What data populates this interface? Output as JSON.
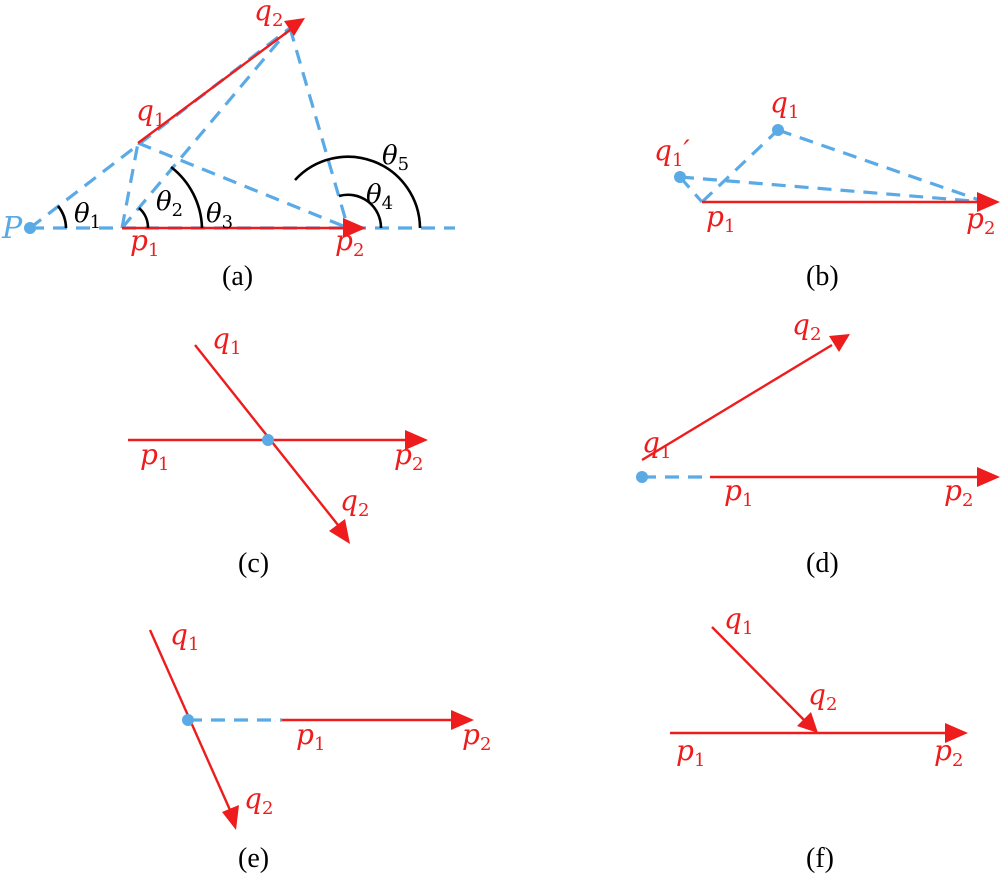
{
  "colors": {
    "segment": "#ee1c1c",
    "auxiliary": "#5aaae6",
    "angle": "#000000"
  },
  "panels": {
    "a": {
      "caption": "(a)",
      "point_P": "P",
      "p1": {
        "base": "p",
        "sub": "1"
      },
      "p2": {
        "base": "p",
        "sub": "2"
      },
      "q1": {
        "base": "q",
        "sub": "1"
      },
      "q2": {
        "base": "q",
        "sub": "2"
      },
      "theta1": {
        "base": "θ",
        "sub": "1"
      },
      "theta2": {
        "base": "θ",
        "sub": "2"
      },
      "theta3": {
        "base": "θ",
        "sub": "3"
      },
      "theta4": {
        "base": "θ",
        "sub": "4"
      },
      "theta5": {
        "base": "θ",
        "sub": "5"
      }
    },
    "b": {
      "caption": "(b)",
      "q1": {
        "base": "q",
        "sub": "1"
      },
      "q1_prime": {
        "base": "q",
        "sub": "1",
        "prime": "′"
      },
      "p1": {
        "base": "p",
        "sub": "1"
      },
      "p2": {
        "base": "p",
        "sub": "2"
      }
    },
    "c": {
      "caption": "(c)",
      "q1": {
        "base": "q",
        "sub": "1"
      },
      "q2": {
        "base": "q",
        "sub": "2"
      },
      "p1": {
        "base": "p",
        "sub": "1"
      },
      "p2": {
        "base": "p",
        "sub": "2"
      }
    },
    "d": {
      "caption": "(d)",
      "q1": {
        "base": "q",
        "sub": "1"
      },
      "q2": {
        "base": "q",
        "sub": "2"
      },
      "p1": {
        "base": "p",
        "sub": "1"
      },
      "p2": {
        "base": "p",
        "sub": "2"
      }
    },
    "e": {
      "caption": "(e)",
      "q1": {
        "base": "q",
        "sub": "1"
      },
      "q2": {
        "base": "q",
        "sub": "2"
      },
      "p1": {
        "base": "p",
        "sub": "1"
      },
      "p2": {
        "base": "p",
        "sub": "2"
      }
    },
    "f": {
      "caption": "(f)",
      "q1": {
        "base": "q",
        "sub": "1"
      },
      "q2": {
        "base": "q",
        "sub": "2"
      },
      "p1": {
        "base": "p",
        "sub": "1"
      },
      "p2": {
        "base": "p",
        "sub": "2"
      }
    }
  }
}
